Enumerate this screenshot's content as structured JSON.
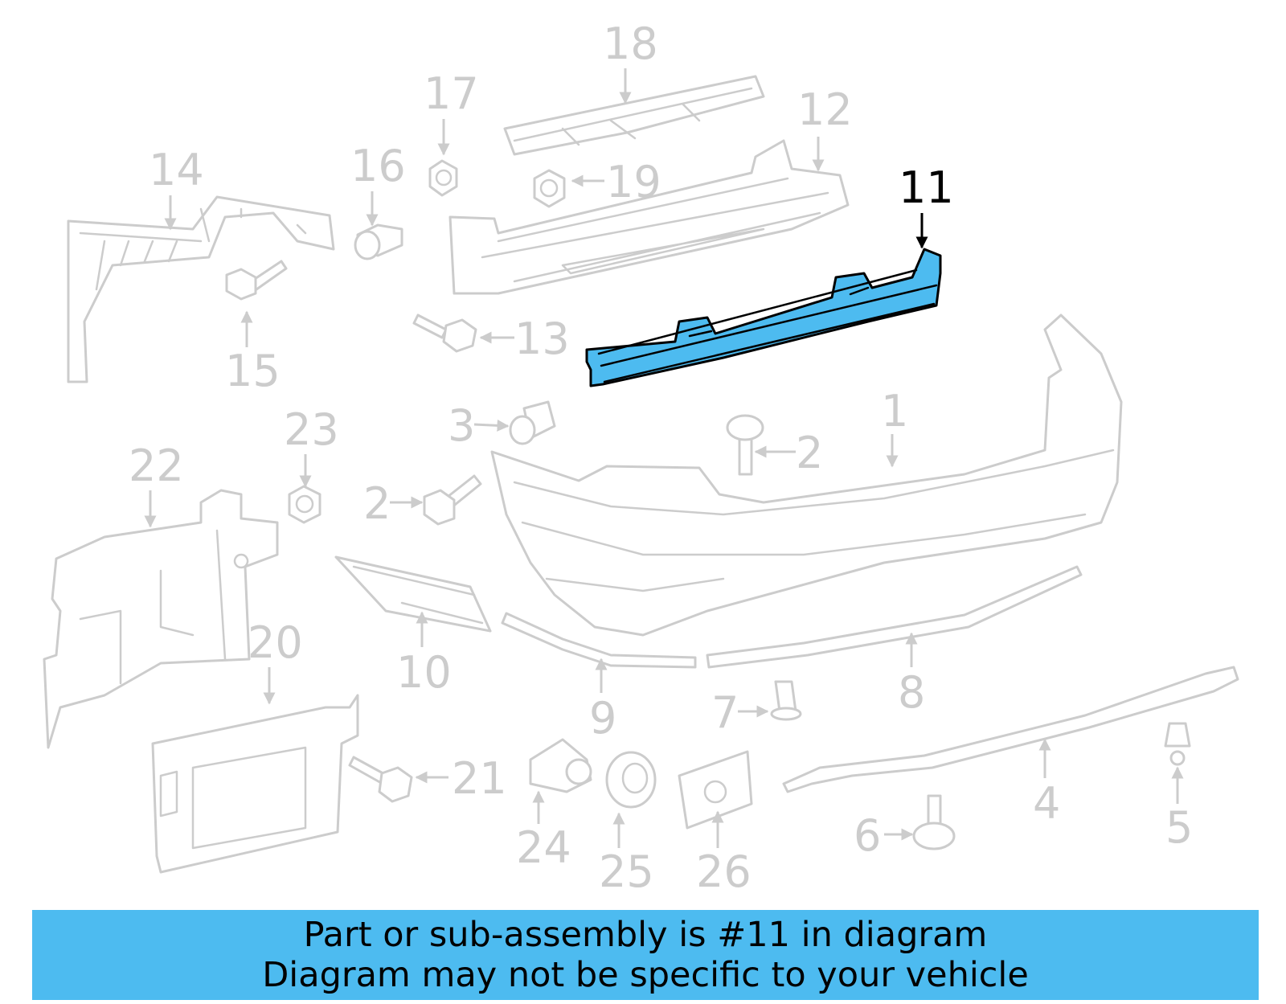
{
  "highlighted_part": "11",
  "colors": {
    "highlight_fill": "#4dbbf0",
    "part_outline": "#cccccc",
    "callout_text": "#cccccc",
    "highlight_text": "#000000",
    "banner_background": "#4dbbf0"
  },
  "callouts": {
    "c1": "1",
    "c2a": "2",
    "c2b": "2",
    "c3": "3",
    "c4": "4",
    "c5": "5",
    "c6": "6",
    "c7": "7",
    "c8": "8",
    "c9": "9",
    "c10": "10",
    "c11": "11",
    "c12": "12",
    "c13": "13",
    "c14": "14",
    "c15": "15",
    "c16": "16",
    "c17": "17",
    "c18": "18",
    "c19": "19",
    "c20": "20",
    "c21": "21",
    "c22": "22",
    "c23": "23",
    "c24": "24",
    "c25": "25",
    "c26": "26"
  },
  "banner": {
    "line1": "Part or sub-assembly is #11 in diagram",
    "line2": "Diagram may not be specific to your vehicle"
  }
}
